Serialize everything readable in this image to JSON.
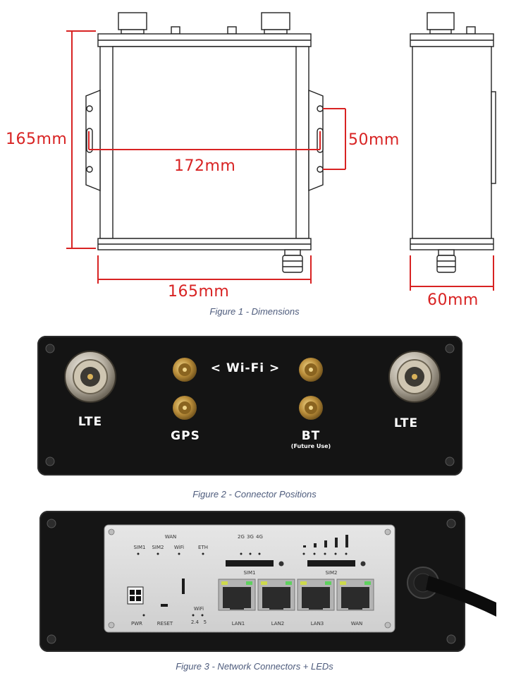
{
  "figure1": {
    "caption": "Figure 1 - Dimensions",
    "height_label": "165mm",
    "mount_width_label": "172mm",
    "mount_height_label": "50mm",
    "width_label": "165mm",
    "depth_label": "60mm",
    "dimension_color": "#d82323"
  },
  "figure2": {
    "caption": "Figure 2 - Connector Positions",
    "lte_left_label": "LTE",
    "lte_right_label": "LTE",
    "wifi_label": "< Wi-Fi >",
    "gps_label": "GPS",
    "bt_label": "BT",
    "bt_note": "(Future Use)"
  },
  "figure3": {
    "caption": "Figure 3 - Network Connectors + LEDs",
    "led_labels": [
      "SIM1",
      "SIM2",
      "WiFi",
      "ETH"
    ],
    "wan_top_label": "WAN",
    "signal_labels": [
      "2G",
      "3G",
      "4G"
    ],
    "sim1_label": "SIM1",
    "sim2_label": "SIM2",
    "pwr_label": "PWR",
    "reset_label": "RESET",
    "wifi_bottom_label": "WiFi",
    "wifi_bands": "2.4   5",
    "port_labels": [
      "LAN1",
      "LAN2",
      "LAN3",
      "WAN"
    ]
  }
}
